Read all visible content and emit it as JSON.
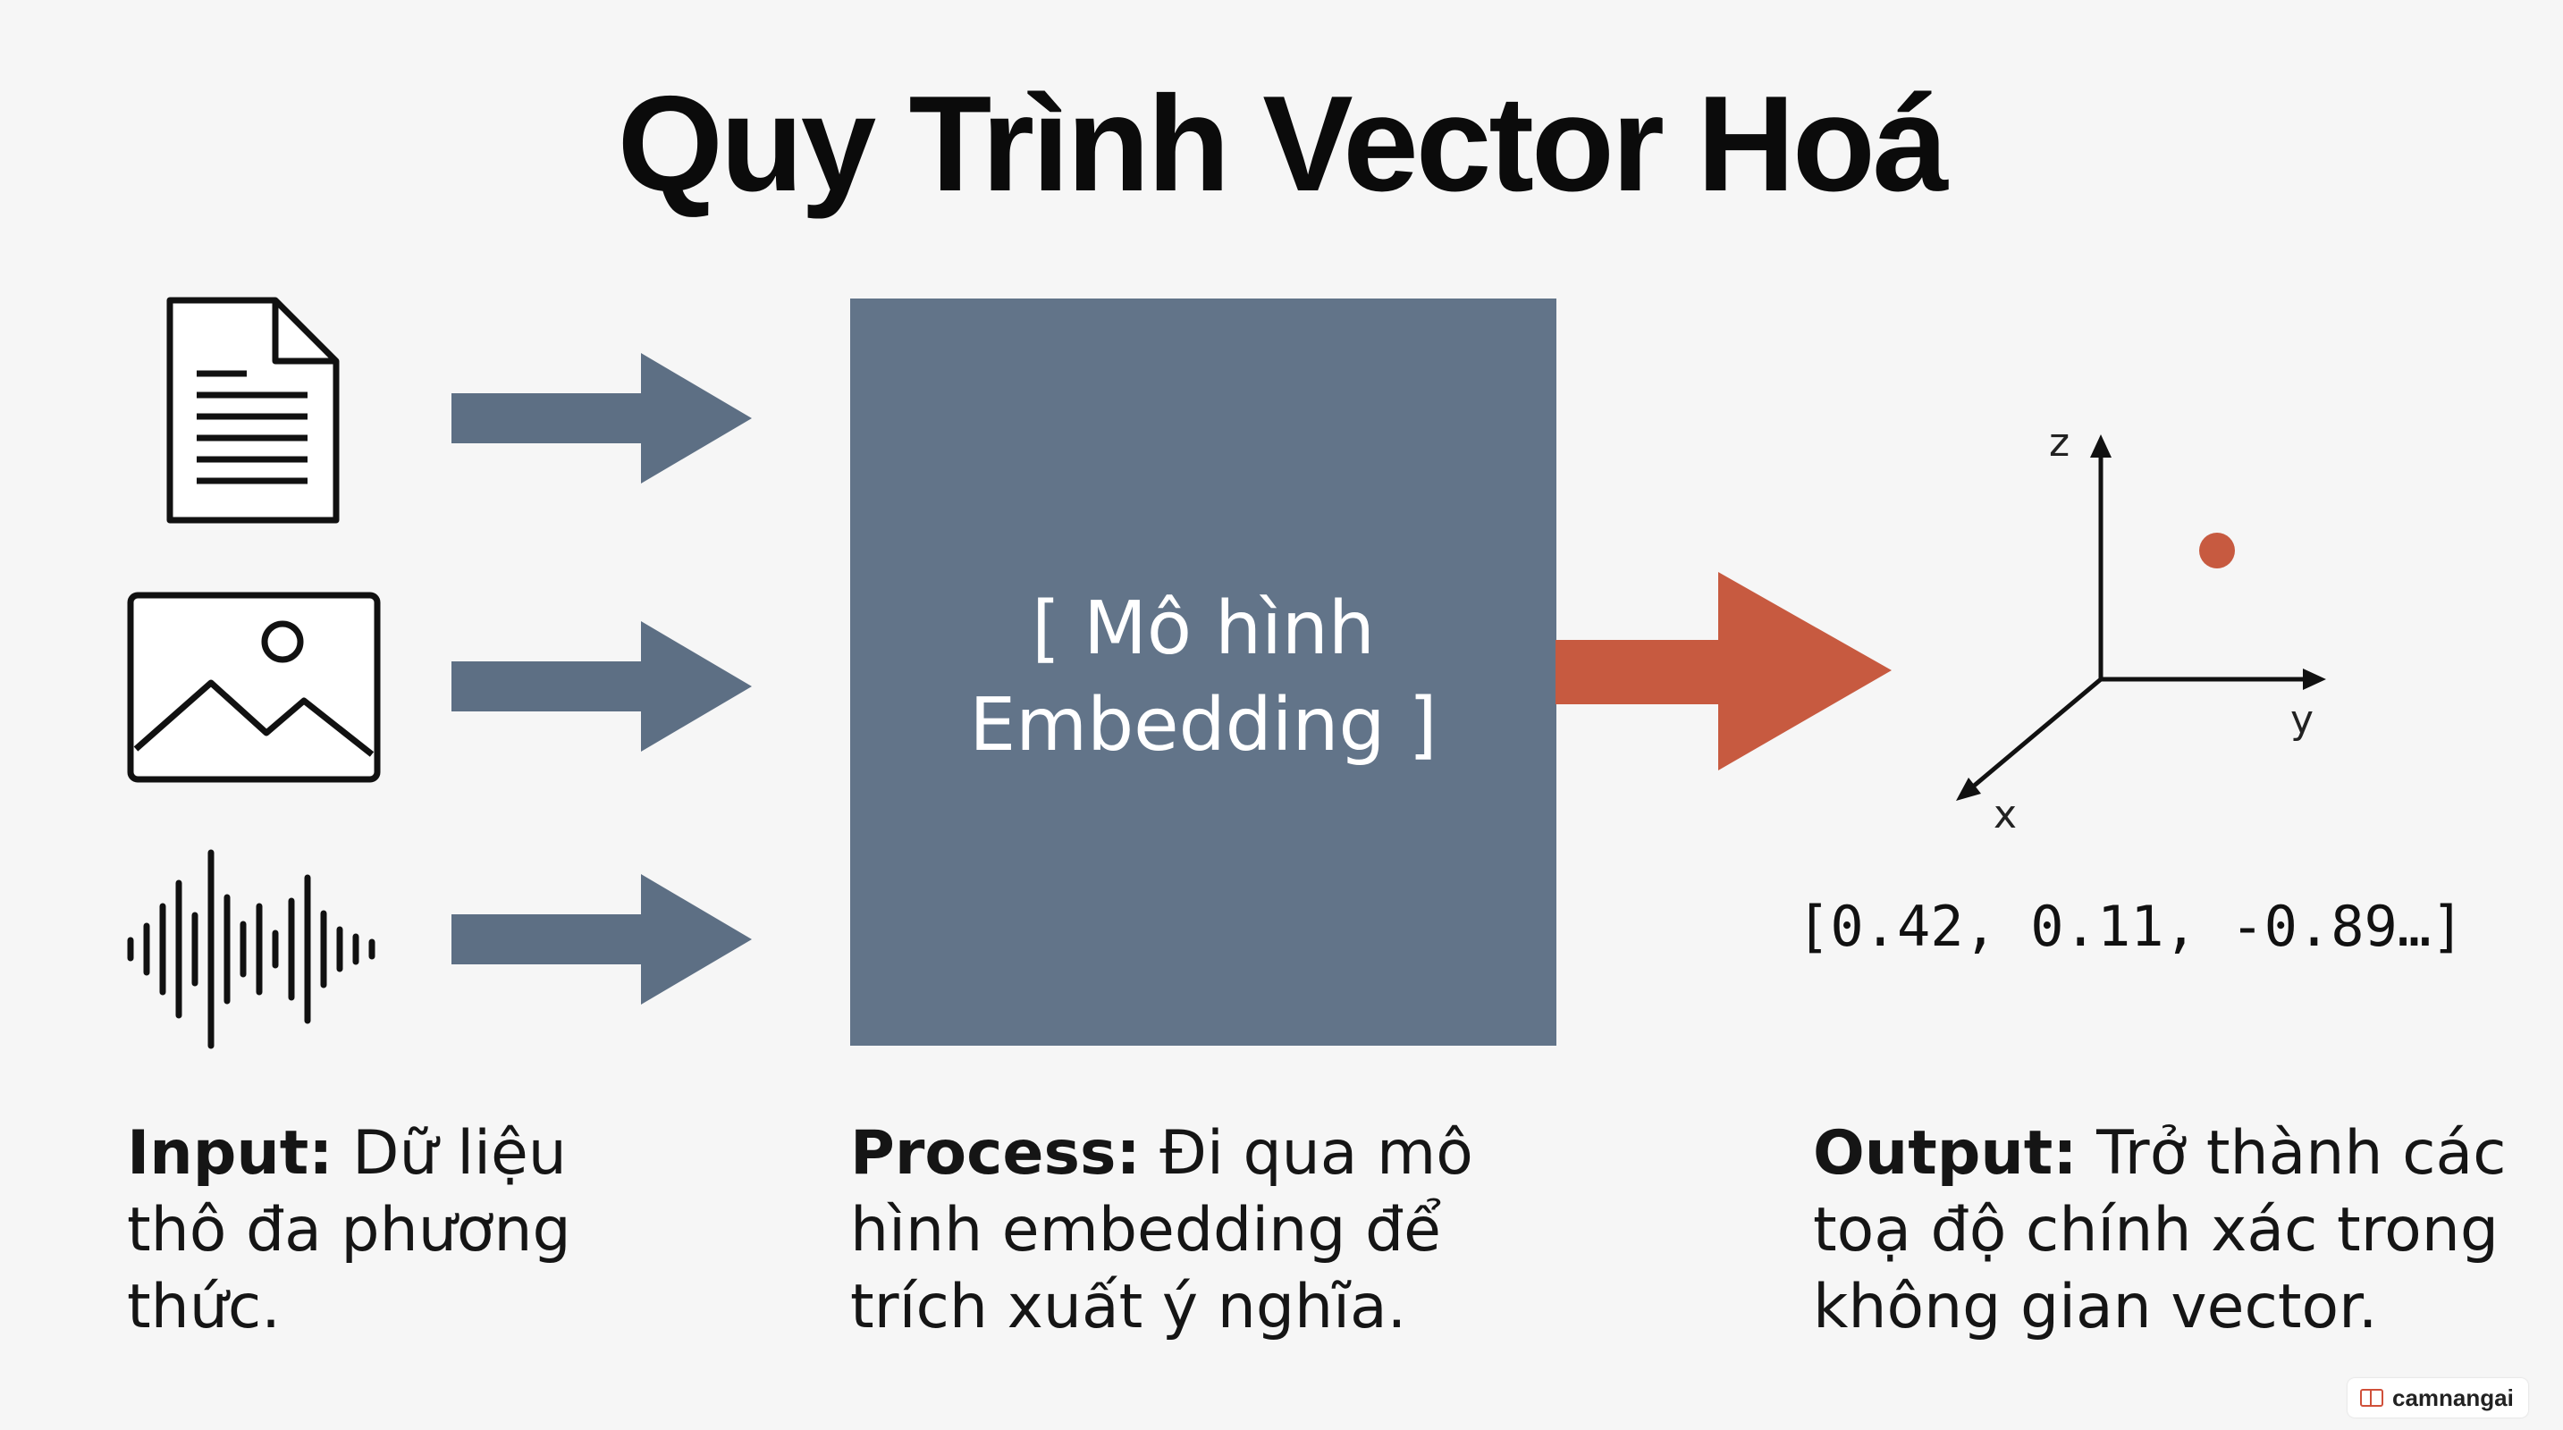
{
  "title": "Quy Trình Vector Hoá",
  "inputs": {
    "icons": [
      "document-icon",
      "image-icon",
      "audio-waveform-icon"
    ]
  },
  "model": {
    "label_line1": "[ Mô hình",
    "label_line2": "Embedding ]"
  },
  "output": {
    "axes": {
      "x": "x",
      "y": "y",
      "z": "z"
    },
    "vector": "[0.42, 0.11, -0.89…]"
  },
  "captions": {
    "input": {
      "bold": "Input:",
      "text": " Dữ liệu thô đa phương thức."
    },
    "process": {
      "bold": "Process:",
      "text": " Đi qua mô hình embedding để trích xuất ý nghĩa."
    },
    "output": {
      "bold": "Output:",
      "text": " Trở thành các toạ độ chính xác trong không gian vector."
    }
  },
  "colors": {
    "arrow_input": "#5d6f84",
    "arrow_output": "#c75a40",
    "model_box": "#627489",
    "point": "#c75a40"
  },
  "watermark": "camnangai"
}
